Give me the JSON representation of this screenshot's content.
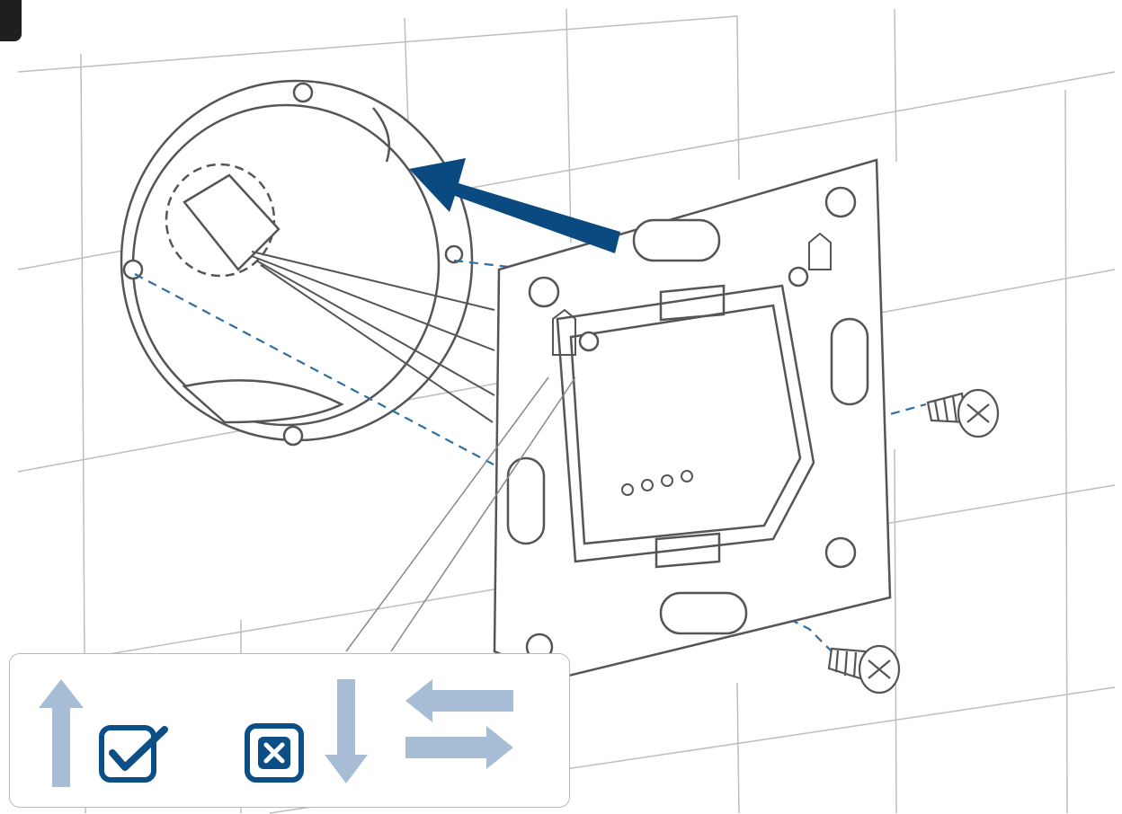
{
  "colors": {
    "line": "#555555",
    "light_line": "#bdbdbd",
    "accent": "#0a4a80",
    "guide": "#2d6fa3",
    "legend_light": "#a7bdd6",
    "legend_dark": "#0b4f86"
  },
  "icons": {
    "correct": "check-box-icon",
    "incorrect": "cross-box-icon",
    "up": "arrow-up-icon",
    "down": "arrow-down-icon",
    "sideways": "arrows-horizontal-icon",
    "direction": "insertion-arrow-icon"
  },
  "legend": {
    "items": [
      {
        "orientation": "up",
        "status": "correct"
      },
      {
        "orientation": "down",
        "status": "incorrect"
      },
      {
        "orientation": "horizontal",
        "status": "incorrect"
      }
    ]
  }
}
